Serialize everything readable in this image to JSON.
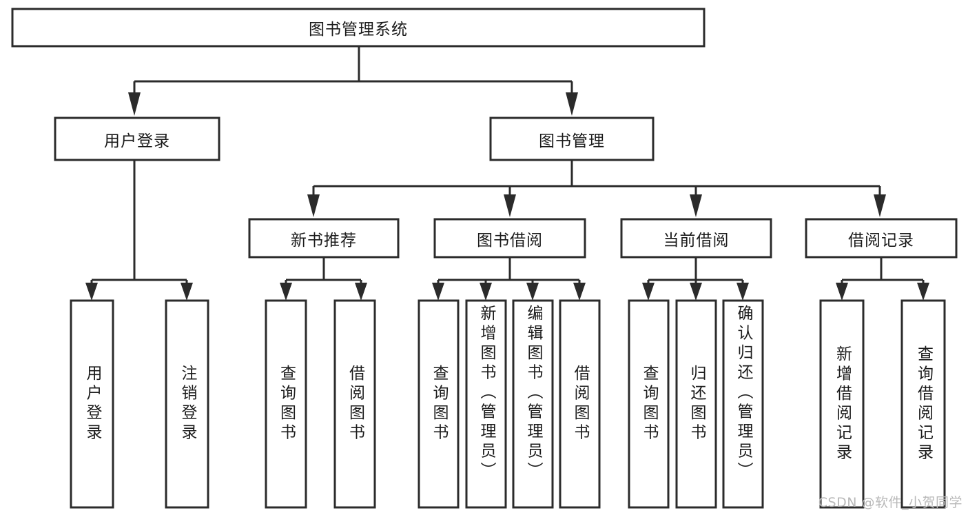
{
  "diagram": {
    "type": "tree",
    "title": "图书管理系统",
    "watermark": "CSDN @软件_小贺同学",
    "colors": {
      "box_stroke": "#2b2b2b",
      "box_fill": "#ffffff",
      "text": "#1b1b1b",
      "background": "#ffffff",
      "watermark": "#b9b9b9"
    },
    "nodes": {
      "root": {
        "label": "图书管理系统"
      },
      "level2": [
        {
          "id": "user-login",
          "label": "用户登录"
        },
        {
          "id": "book-manage",
          "label": "图书管理"
        }
      ],
      "level3": [
        {
          "id": "new-book-rec",
          "label": "新书推荐"
        },
        {
          "id": "book-borrow",
          "label": "图书借阅"
        },
        {
          "id": "current-borrow",
          "label": "当前借阅"
        },
        {
          "id": "borrow-record",
          "label": "借阅记录"
        }
      ],
      "leaves": {
        "user-login": [
          {
            "id": "leaf-user-login",
            "label": "用户登录"
          },
          {
            "id": "leaf-logout",
            "label": "注销登录"
          }
        ],
        "new-book-rec": [
          {
            "id": "leaf-query-book-1",
            "label": "查询图书"
          },
          {
            "id": "leaf-borrow-book-1",
            "label": "借阅图书"
          }
        ],
        "book-borrow": [
          {
            "id": "leaf-query-book-2",
            "label": "查询图书"
          },
          {
            "id": "leaf-add-book",
            "label": "新增图书（管理员）"
          },
          {
            "id": "leaf-edit-book",
            "label": "编辑图书（管理员）"
          },
          {
            "id": "leaf-borrow-book-2",
            "label": "借阅图书"
          }
        ],
        "current-borrow": [
          {
            "id": "leaf-query-book-3",
            "label": "查询图书"
          },
          {
            "id": "leaf-return-book",
            "label": "归还图书"
          },
          {
            "id": "leaf-confirm-return",
            "label": "确认归还（管理员）"
          }
        ],
        "borrow-record": [
          {
            "id": "leaf-add-record",
            "label": "新增借阅记录"
          },
          {
            "id": "leaf-query-record",
            "label": "查询借阅记录"
          }
        ]
      }
    }
  }
}
